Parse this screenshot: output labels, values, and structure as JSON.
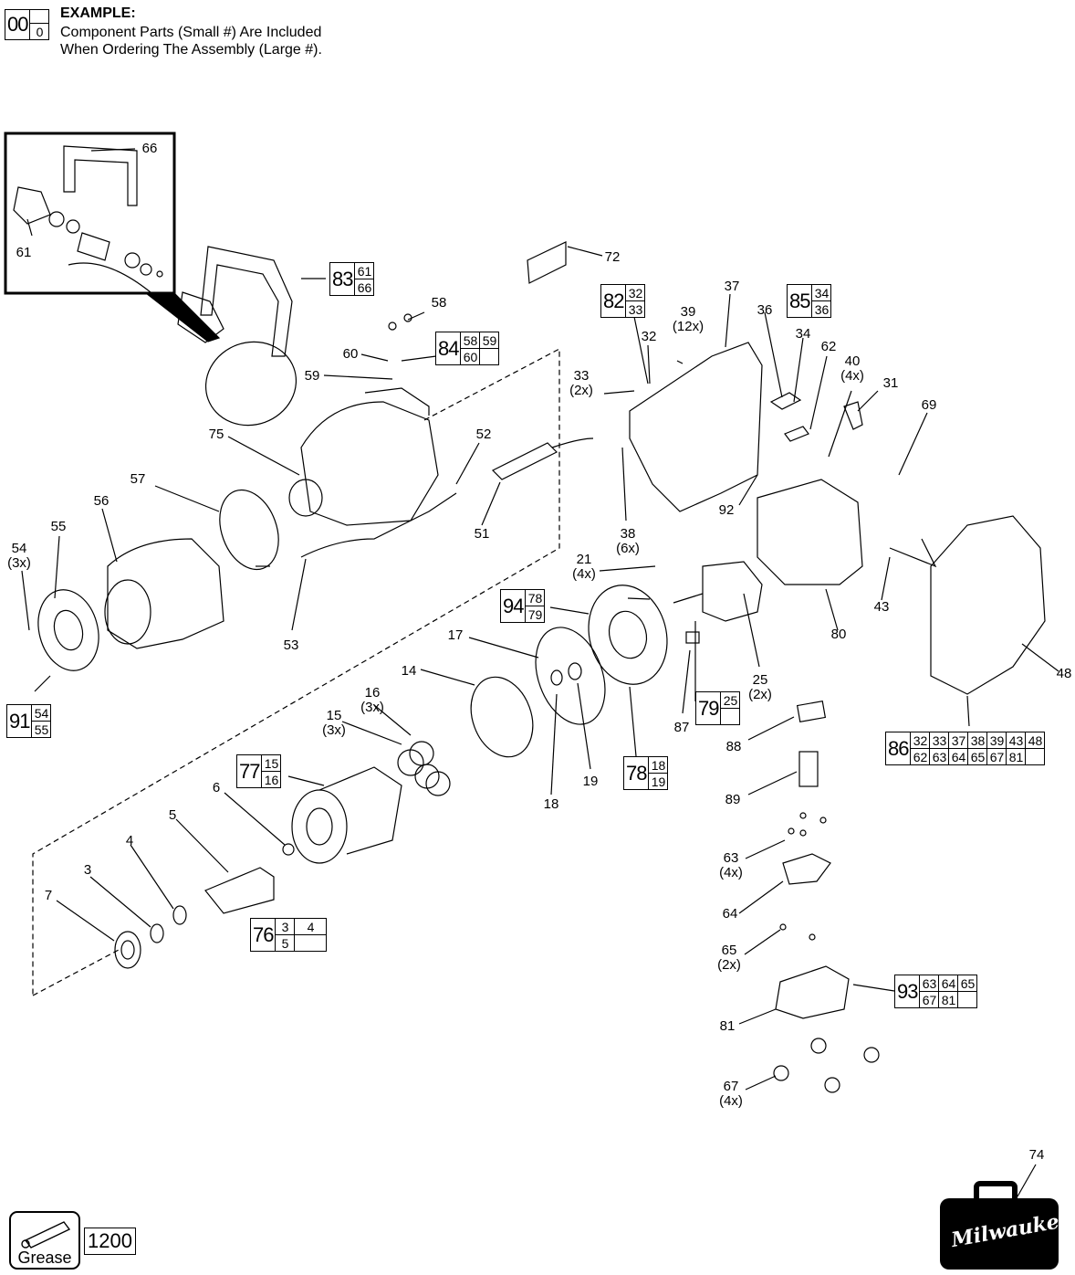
{
  "example": {
    "big": "00",
    "small": "0",
    "title": "EXAMPLE:",
    "line1": "Component Parts (Small #) Are Included",
    "line2": "When Ordering The Assembly (Large #)."
  },
  "labels": {
    "p66": "66",
    "p61": "61",
    "p72": "72",
    "p58": "58",
    "p60": "60",
    "p59": "59",
    "p75": "75",
    "p52": "52",
    "p51": "51",
    "p57": "57",
    "p56": "56",
    "p55": "55",
    "p54": "54\n(3x)",
    "p53": "53",
    "p37": "37",
    "p39": "39\n(12x)",
    "p32": "32",
    "p33": "33\n(2x)",
    "p36": "36",
    "p34": "34",
    "p62": "62",
    "p40": "40\n(4x)",
    "p31": "31",
    "p69": "69",
    "p38": "38\n(6x)",
    "p92": "92",
    "p43": "43",
    "p80": "80",
    "p48": "48",
    "p21": "21\n(4x)",
    "p17": "17",
    "p14": "14",
    "p16": "16\n(3x)",
    "p15": "15\n(3x)",
    "p6": "6",
    "p5": "5",
    "p4": "4",
    "p3": "3",
    "p7": "7",
    "p18": "18",
    "p19": "19",
    "p87": "87",
    "p25": "25\n(2x)",
    "p88": "88",
    "p89": "89",
    "p63": "63\n(4x)",
    "p64": "64",
    "p65": "65\n(2x)",
    "p81": "81",
    "p67": "67\n(4x)",
    "p74": "74"
  },
  "assemblies": {
    "a83": {
      "num": "83",
      "rows": [
        [
          "61"
        ],
        [
          "66"
        ]
      ]
    },
    "a84": {
      "num": "84",
      "rows": [
        [
          "58",
          "59"
        ],
        [
          "60",
          ""
        ]
      ]
    },
    "a82": {
      "num": "82",
      "rows": [
        [
          "32"
        ],
        [
          "33"
        ]
      ]
    },
    "a85": {
      "num": "85",
      "rows": [
        [
          "34"
        ],
        [
          "36"
        ]
      ]
    },
    "a91": {
      "num": "91",
      "rows": [
        [
          "54"
        ],
        [
          "55"
        ]
      ]
    },
    "a94": {
      "num": "94",
      "rows": [
        [
          "78"
        ],
        [
          "79"
        ]
      ]
    },
    "a77": {
      "num": "77",
      "rows": [
        [
          "15"
        ],
        [
          "16"
        ]
      ]
    },
    "a78": {
      "num": "78",
      "rows": [
        [
          "18"
        ],
        [
          "19"
        ]
      ]
    },
    "a79": {
      "num": "79",
      "rows": [
        [
          "25"
        ]
      ]
    },
    "a76": {
      "num": "76",
      "rows": [
        [
          "3",
          "4"
        ],
        [
          "5",
          ""
        ]
      ]
    },
    "a86": {
      "num": "86",
      "rows": [
        [
          "32",
          "33",
          "37",
          "38",
          "39",
          "43",
          "48"
        ],
        [
          "62",
          "63",
          "64",
          "65",
          "67",
          "81",
          ""
        ]
      ]
    },
    "a93": {
      "num": "93",
      "rows": [
        [
          "63",
          "64",
          "65"
        ],
        [
          "67",
          "81",
          ""
        ]
      ]
    }
  },
  "grease": {
    "label": "Grease",
    "code": "1200"
  },
  "brand": "Milwaukee"
}
